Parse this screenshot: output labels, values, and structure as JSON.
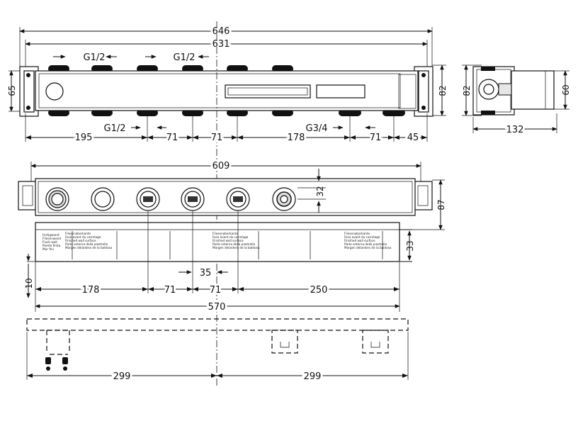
{
  "dimensions": {
    "top_total_outer": "646",
    "top_total_inner": "631",
    "top_left_height": "65",
    "top_right_height": "82",
    "top_thread_left": "G1/2",
    "top_thread_right": "G1/2",
    "top_bottom_thread": "G1/2",
    "top_bottom_thread_right": "G3/4",
    "top_seg_195": "195",
    "top_seg_71a": "71",
    "top_seg_71b": "71",
    "top_seg_178": "178",
    "top_seg_71c": "71",
    "top_seg_45": "45",
    "side_height": "82",
    "side_height_right": "60",
    "side_width": "132",
    "mid_total": "609",
    "mid_height": "87",
    "mid_port_spacing": "32",
    "mid_plate": "33",
    "mid_offset": "35",
    "mid_left_gap": "10",
    "mid_seg_178": "178",
    "mid_seg_71a": "71",
    "mid_seg_71b": "71",
    "mid_seg_250": "250",
    "mid_total_570": "570",
    "bottom_left_299": "299",
    "bottom_right_299": "299"
  },
  "plate_labels": {
    "left_block": [
      "Fertigwand-",
      "Fliesenwand",
      "Flush wall",
      "Parete finita",
      "Mur fini"
    ],
    "center_block": [
      "Fliesenoberkante",
      "Face avant du carrelage",
      "Finished wall surface",
      "Parte esterna della piastrella",
      "Margen delantero de la baldosa"
    ]
  }
}
